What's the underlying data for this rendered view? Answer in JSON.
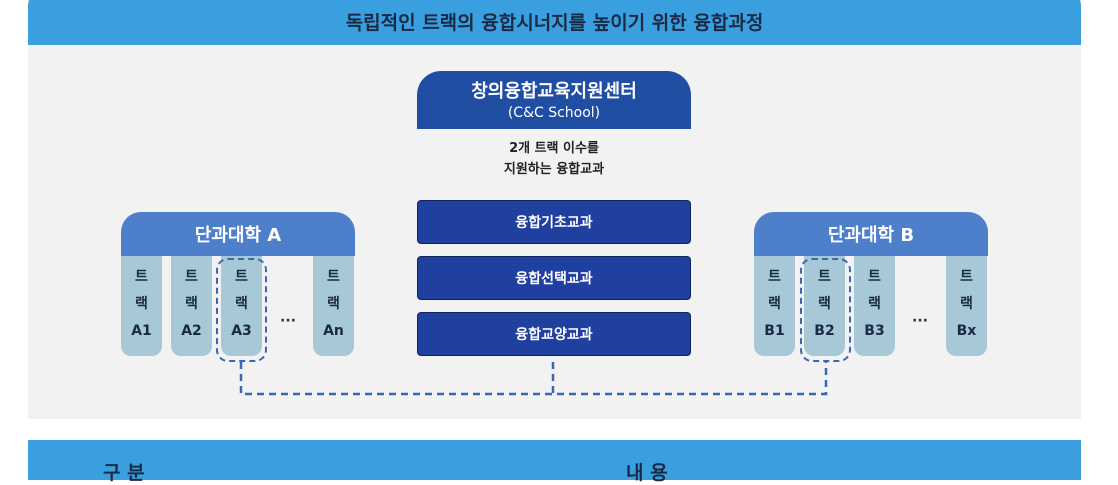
{
  "header": {
    "title": "독립적인 트랙의 융합시너지를 높이기 위한 융합과정"
  },
  "center": {
    "title": "창의융합교육지원센터",
    "subtitle": "(C&C School)",
    "desc_line1": "2개 트랙 이수를",
    "desc_line2": "지원하는 융합교과",
    "courses": [
      "융합기초교과",
      "융합선택교과",
      "융합교양교과"
    ]
  },
  "college_a": {
    "title": "단과대학 A",
    "track_char1": "트",
    "track_char2": "랙",
    "tracks": [
      "A1",
      "A2",
      "A3",
      "An"
    ],
    "ellipsis": "···"
  },
  "college_b": {
    "title": "단과대학 B",
    "track_char1": "트",
    "track_char2": "랙",
    "tracks": [
      "B1",
      "B2",
      "B3",
      "Bx"
    ],
    "ellipsis": "···"
  },
  "bottom": {
    "col1": "구 분",
    "col2": "내 용"
  },
  "colors": {
    "header": "#3a9fdf",
    "center": "#1f4ea3",
    "course": "#2040a0",
    "college": "#4d7fcb",
    "track": "#a7c8d6",
    "dash": "#3a66b8"
  }
}
